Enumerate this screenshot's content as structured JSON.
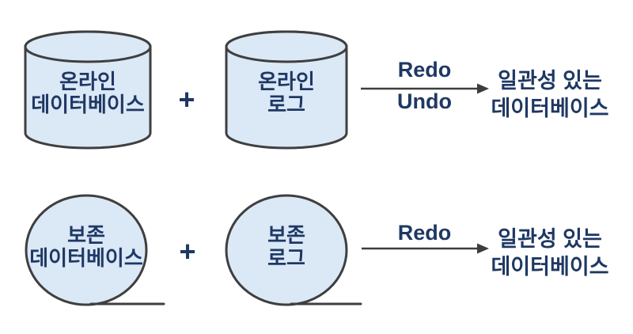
{
  "colors": {
    "navy": "#1f3864",
    "shapeFill": "#dbe8f6",
    "shapeStroke": "#3f3f3f",
    "arrow": "#3d3d3d"
  },
  "row1": {
    "database": {
      "line1": "온라인",
      "line2": "데이터베이스"
    },
    "plus": "+",
    "log": {
      "line1": "온라인",
      "line2": "로그"
    },
    "arrow_top": "Redo",
    "arrow_bottom": "Undo",
    "result": {
      "line1": "일관성 있는",
      "line2": "데이터베이스"
    }
  },
  "row2": {
    "database": {
      "line1": "보존",
      "line2": "데이터베이스"
    },
    "plus": "+",
    "log": {
      "line1": "보존",
      "line2": "로그"
    },
    "arrow_top": "Redo",
    "result": {
      "line1": "일관성 있는",
      "line2": "데이터베이스"
    }
  }
}
